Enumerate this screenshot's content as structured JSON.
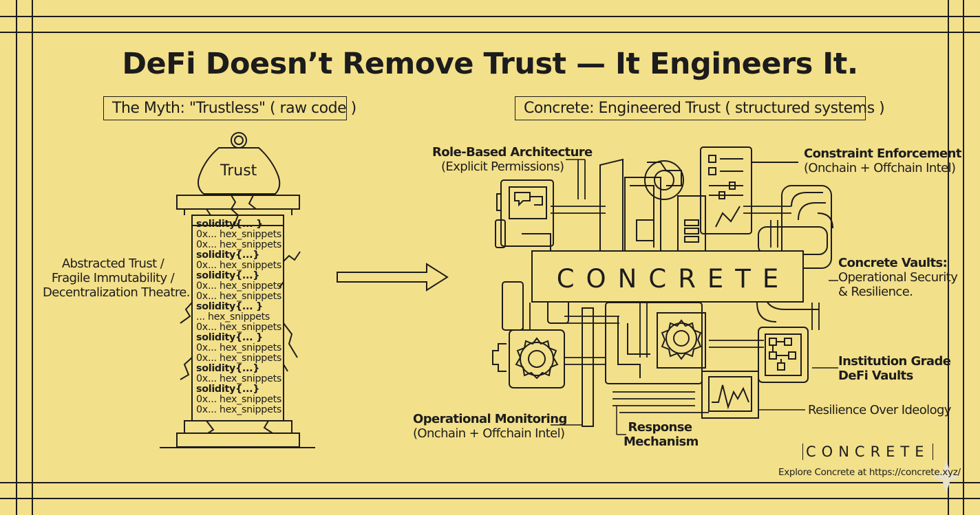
{
  "title": "DeFi Doesn’t Remove Trust — It Engineers It.",
  "myth_label": "The Myth: \"Trustless\" ( raw code )",
  "concrete_label": "Concrete: Engineered Trust ( structured systems )",
  "weight_label": "Trust",
  "code_lines": [
    "solidity{... }",
    "0x... hex_snippets",
    "0x... hex_snippets",
    "solidity{...}",
    "0x... hex_snippets",
    "solidity{...}",
    "0x... hex_snippets",
    "0x... hex_snippets",
    "solidity{... }",
    "... hex_snippets",
    "0x... hex_snippets",
    "solidity{... }",
    "0x... hex_snippets",
    "0x... hex_snippets",
    "solidity{...}",
    "0x... hex_snippets",
    "solidity{...}",
    "0x... hex_snippets",
    "0x... hex_snippets"
  ],
  "left_caption": [
    "Abstracted Trust /",
    "Fragile Immutability /",
    "Decentralization Theatre."
  ],
  "brand_center": "CONCRETE",
  "callouts": {
    "role_title": "Role-Based Architecture",
    "role_sub": "(Explicit Permissions)",
    "constraint_title": "Constraint Enforcement",
    "constraint_sub": "(Onchain + Offchain Intel)",
    "vaults_title": "Concrete Vaults:",
    "vaults_sub1": "Operational Security",
    "vaults_sub2": "& Resilience.",
    "institution_1": "Institution Grade",
    "institution_2": "DeFi Vaults",
    "resilience": "Resilience Over Ideology",
    "monitoring_title": "Operational Monitoring",
    "monitoring_sub": "(Onchain + Offchain Intel)",
    "response_1": "Response",
    "response_2": "Mechanism"
  },
  "logo": "CONCRETE",
  "explore": "Explore Concrete at https://concrete.xyz/",
  "colors": {
    "background": "#f3e08a",
    "ink": "#1c1c1c"
  }
}
